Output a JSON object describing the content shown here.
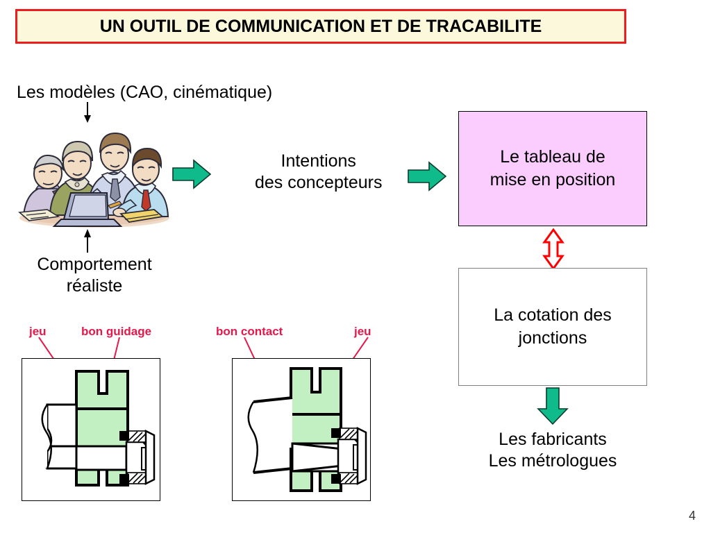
{
  "slide": {
    "page_number": "4",
    "background_color": "#ffffff"
  },
  "title": {
    "text": "UN OUTIL DE COMMUNICATION ET DE TRACABILITE",
    "background_color": "#fbf8dc",
    "border_color": "#ee1c1c"
  },
  "left_column": {
    "models_label": "Les modèles (CAO, cinématique)",
    "behavior_label": "Comportement\nréaliste",
    "clipart_name": "team-around-laptop-clipart",
    "arrow_down_name": "arrow-down-to-clipart",
    "arrow_up_name": "arrow-up-from-behavior"
  },
  "flow": {
    "intentions_label": "Intentions\ndes concepteurs",
    "arrow_color": "#0fba8b",
    "arrow1_name": "green-arrow-clipart-to-intentions",
    "arrow2_name": "green-arrow-intentions-to-tableau",
    "arrow3_name": "green-arrow-cotation-to-fabricants",
    "double_arrow_color": "#ff0000"
  },
  "right_column": {
    "box_tableau": {
      "text": "Le tableau de\nmise en position",
      "fill": "#fbcdff",
      "border": "#000000"
    },
    "box_cotation": {
      "text": "La cotation des\njonctions",
      "fill": "#ffffff",
      "border": "#808080"
    },
    "recipients": "Les fabricants\nLes métrologues"
  },
  "annotations": {
    "color": "#e8174a",
    "labels": [
      {
        "text": "jeu",
        "name": "label-jeu-left"
      },
      {
        "text": "bon guidage",
        "name": "label-bon-guidage"
      },
      {
        "text": "bon contact",
        "name": "label-bon-contact"
      },
      {
        "text": "jeu",
        "name": "label-jeu-right"
      }
    ]
  },
  "drawings": [
    {
      "name": "cross-section-cylindrical-joint",
      "part_fill": "#c2f0c2",
      "line_color": "#000000"
    },
    {
      "name": "cross-section-conical-joint",
      "part_fill": "#c2f0c2",
      "line_color": "#000000"
    }
  ]
}
